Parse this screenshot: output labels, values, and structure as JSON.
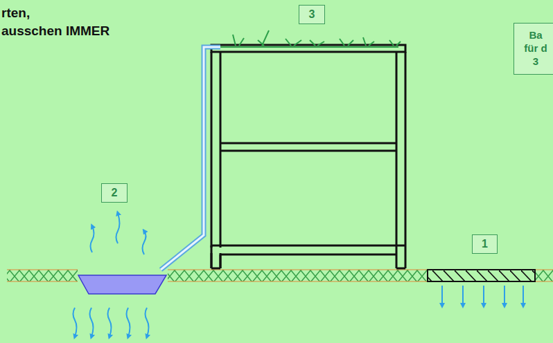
{
  "diagram": {
    "nodes": [
      {
        "text": [
          "3"
        ]
      },
      {
        "text": [
          "Ba für d 3"
        ]
      },
      {
        "text": [
          "2"
        ]
      },
      {
        "text": [
          "1"
        ]
      }
    ],
    "labels": [
      "rten,",
      "ausschen IMMER"
    ]
  }
}
